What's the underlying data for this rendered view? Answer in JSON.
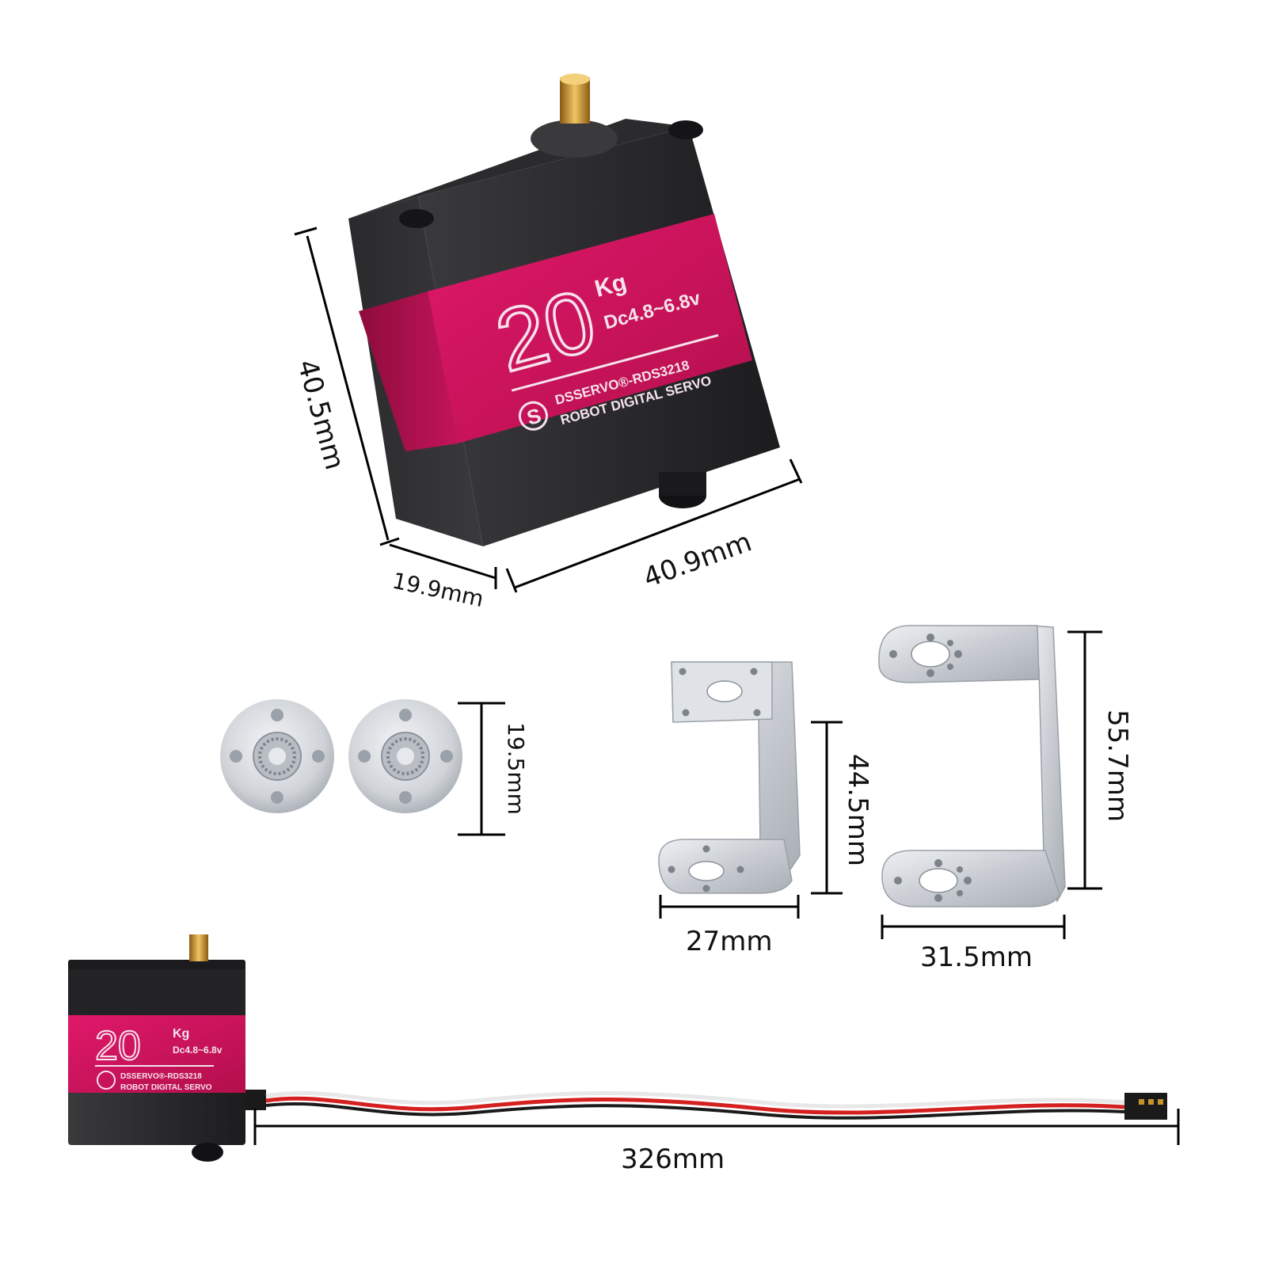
{
  "servo": {
    "capacity": "20",
    "unit": "Kg",
    "voltage": "Dc4.8~6.8v",
    "brand_line": "DSSERVO®-RDS3218",
    "type_line": "ROBOT DIGITAL SERVO",
    "logo_letter": "S"
  },
  "dimensions": {
    "servo_height": "40.5mm",
    "servo_depth": "19.9mm",
    "servo_width": "40.9mm",
    "horn_diameter": "19.5mm",
    "small_bracket_height": "44.5mm",
    "small_bracket_width": "27mm",
    "large_bracket_height": "55.7mm",
    "large_bracket_width": "31.5mm",
    "cable_length": "326mm"
  },
  "colors": {
    "servo_body": "#2a2a2c",
    "servo_band": "#d4145a",
    "metal": "#cfd3d8",
    "brass": "#c8922a",
    "wire_red": "#d52020",
    "wire_white": "#f2f2f2",
    "wire_black": "#1a1a1a"
  }
}
